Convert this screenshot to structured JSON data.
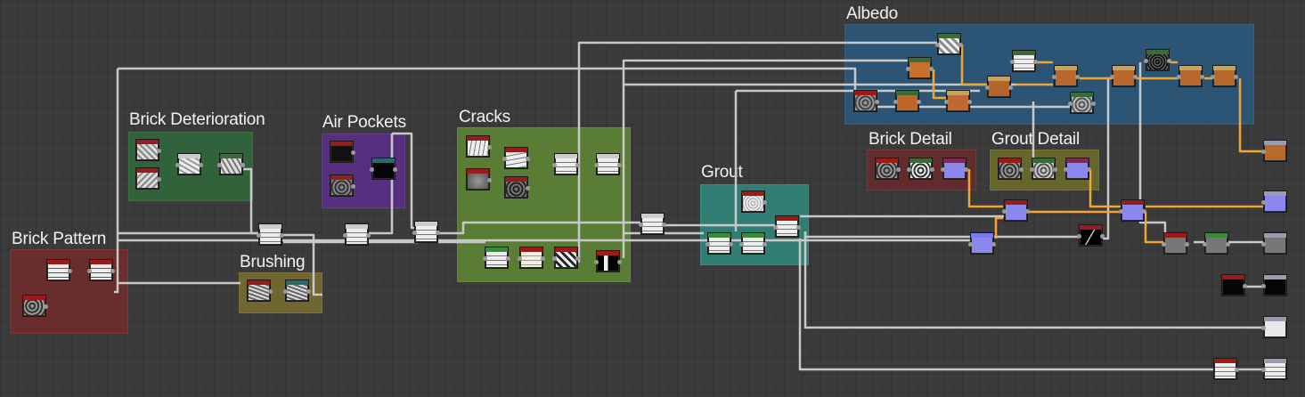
{
  "frames": {
    "brick_pattern": {
      "title": "Brick Pattern",
      "color": "#7a2a2a"
    },
    "brick_deterioration": {
      "title": "Brick Deterioration",
      "color": "#2f6b3a"
    },
    "air_pockets": {
      "title": "Air Pockets",
      "color": "#5b2f86"
    },
    "cracks": {
      "title": "Cracks",
      "color": "#5f8a35"
    },
    "brushing": {
      "title": "Brushing",
      "color": "#7a6e2f"
    },
    "grout": {
      "title": "Grout",
      "color": "#2f8a7e"
    },
    "albedo": {
      "title": "Albedo",
      "color": "#2a5a80"
    },
    "brick_detail": {
      "title": "Brick Detail",
      "color": "#6b2a2a"
    },
    "grout_detail": {
      "title": "Grout Detail",
      "color": "#6e6e2a"
    }
  },
  "wire_colors": {
    "gray": "#c8c8c8",
    "orange": "#f0a535"
  }
}
